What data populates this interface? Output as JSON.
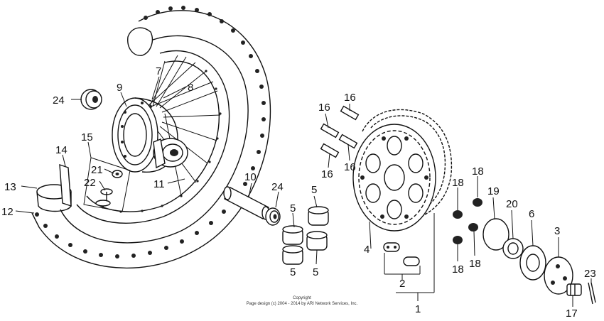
{
  "callouts": {
    "c1": "1",
    "c2": "2",
    "c3": "3",
    "c4": "4",
    "c5a": "5",
    "c5b": "5",
    "c5c": "5",
    "c5d": "5",
    "c6": "6",
    "c7": "7",
    "c8": "8",
    "c9": "9",
    "c10": "10",
    "c11": "11",
    "c12": "12",
    "c13": "13",
    "c14": "14",
    "c15": "15",
    "c16a": "16",
    "c16b": "16",
    "c16c": "16",
    "c16d": "16",
    "c17": "17",
    "c18a": "18",
    "c18b": "18",
    "c18c": "18",
    "c18d": "18",
    "c19": "19",
    "c20": "20",
    "c21": "21",
    "c22": "22",
    "c23": "23",
    "c24a": "24",
    "c24b": "24"
  },
  "copyright": {
    "line1": "Copyright",
    "line2": "Page design (c) 2004 - 2014 by ARI Network Services, Inc."
  },
  "colors": {
    "ink": "#111111",
    "background": "#ffffff"
  }
}
